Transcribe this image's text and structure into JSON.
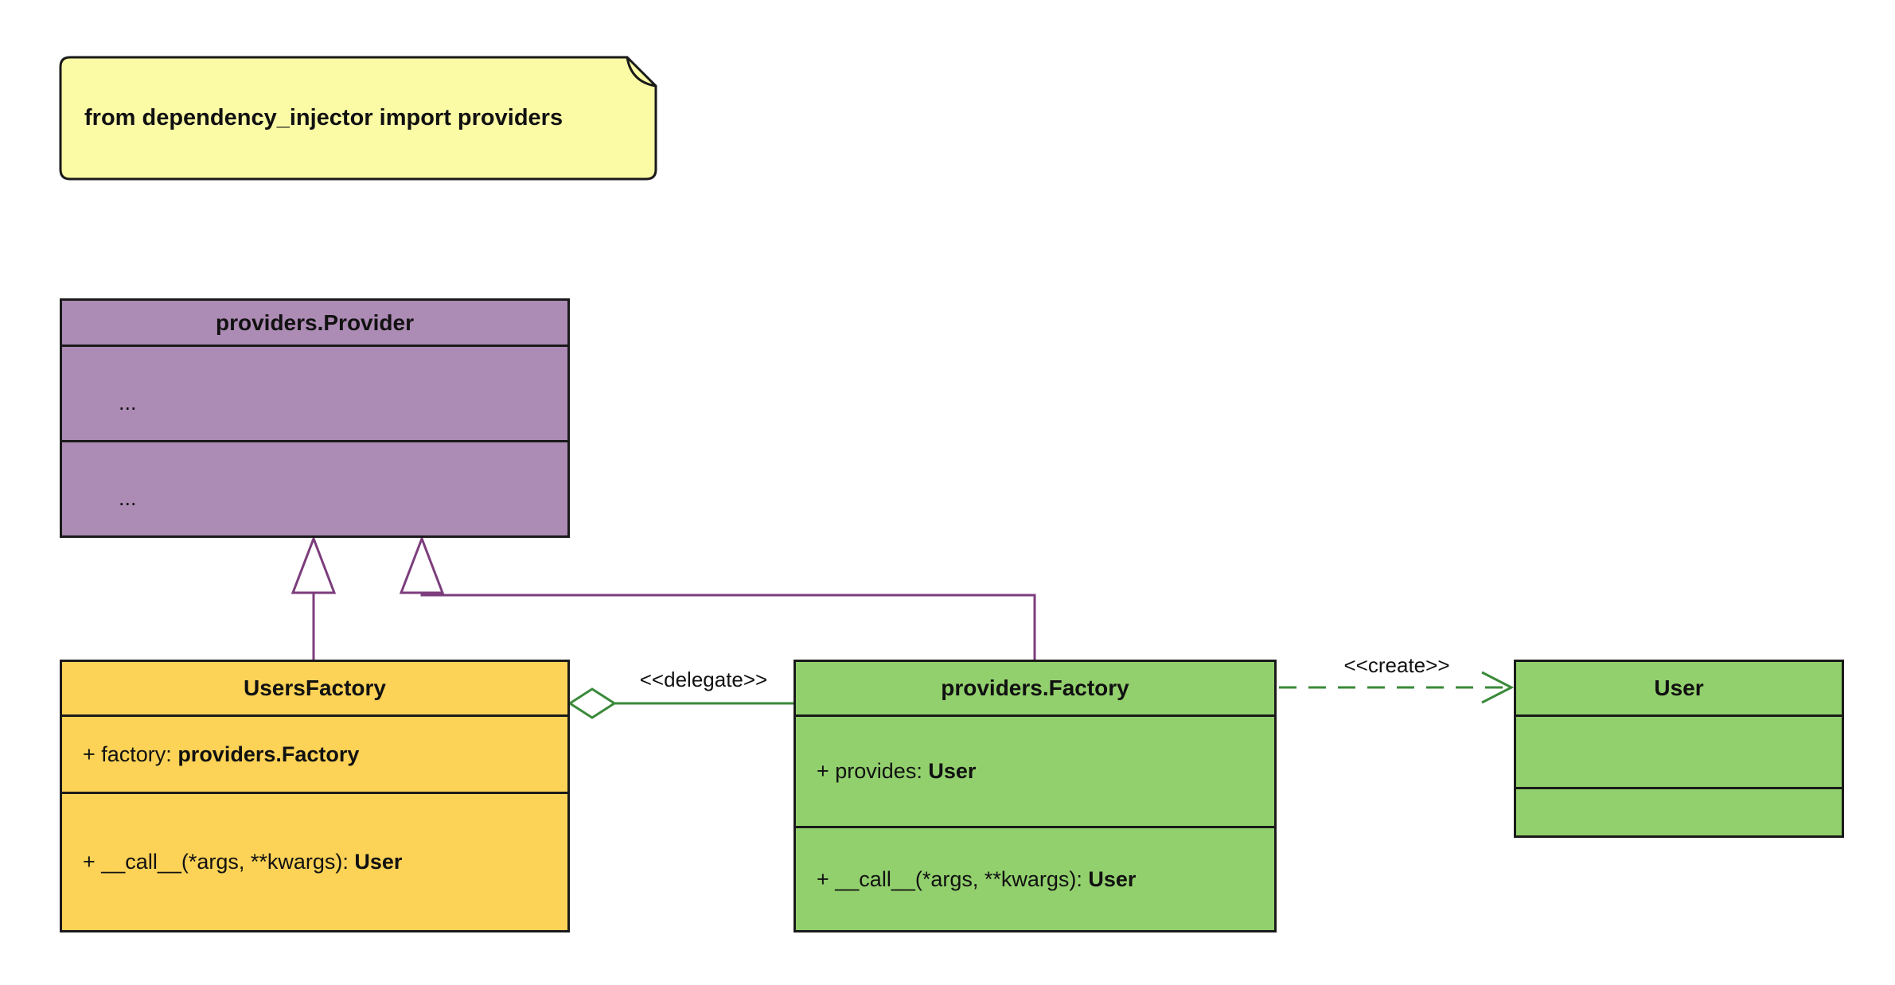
{
  "note": {
    "text": "from dependency_injector import providers"
  },
  "classes": {
    "provider": {
      "title": "providers.Provider",
      "section1": "...",
      "section2": "..."
    },
    "users_factory": {
      "title": "UsersFactory",
      "attribute": {
        "label": "+ factory: ",
        "type": "providers.Factory"
      },
      "method": {
        "label": "+ __call__(*args, **kwargs): ",
        "type": "User"
      }
    },
    "factory": {
      "title": "providers.Factory",
      "attribute": {
        "label": "+ provides: ",
        "type": "User"
      },
      "method": {
        "label": "+ __call__(*args, **kwargs): ",
        "type": "User"
      }
    },
    "user": {
      "title": "User"
    }
  },
  "edges": {
    "delegate_label": "<<delegate>>",
    "create_label": "<<create>>"
  },
  "colors": {
    "note_fill": "#fbfba6",
    "provider_fill": "#ac8bb4",
    "users_factory_fill": "#fcd257",
    "factory_fill": "#92d06d",
    "user_fill": "#92d06d",
    "inheritance_line": "#7c3d7c",
    "delegate_line": "#3a8a3a",
    "create_line": "#3a8a3a",
    "border": "#1a1a1a"
  }
}
